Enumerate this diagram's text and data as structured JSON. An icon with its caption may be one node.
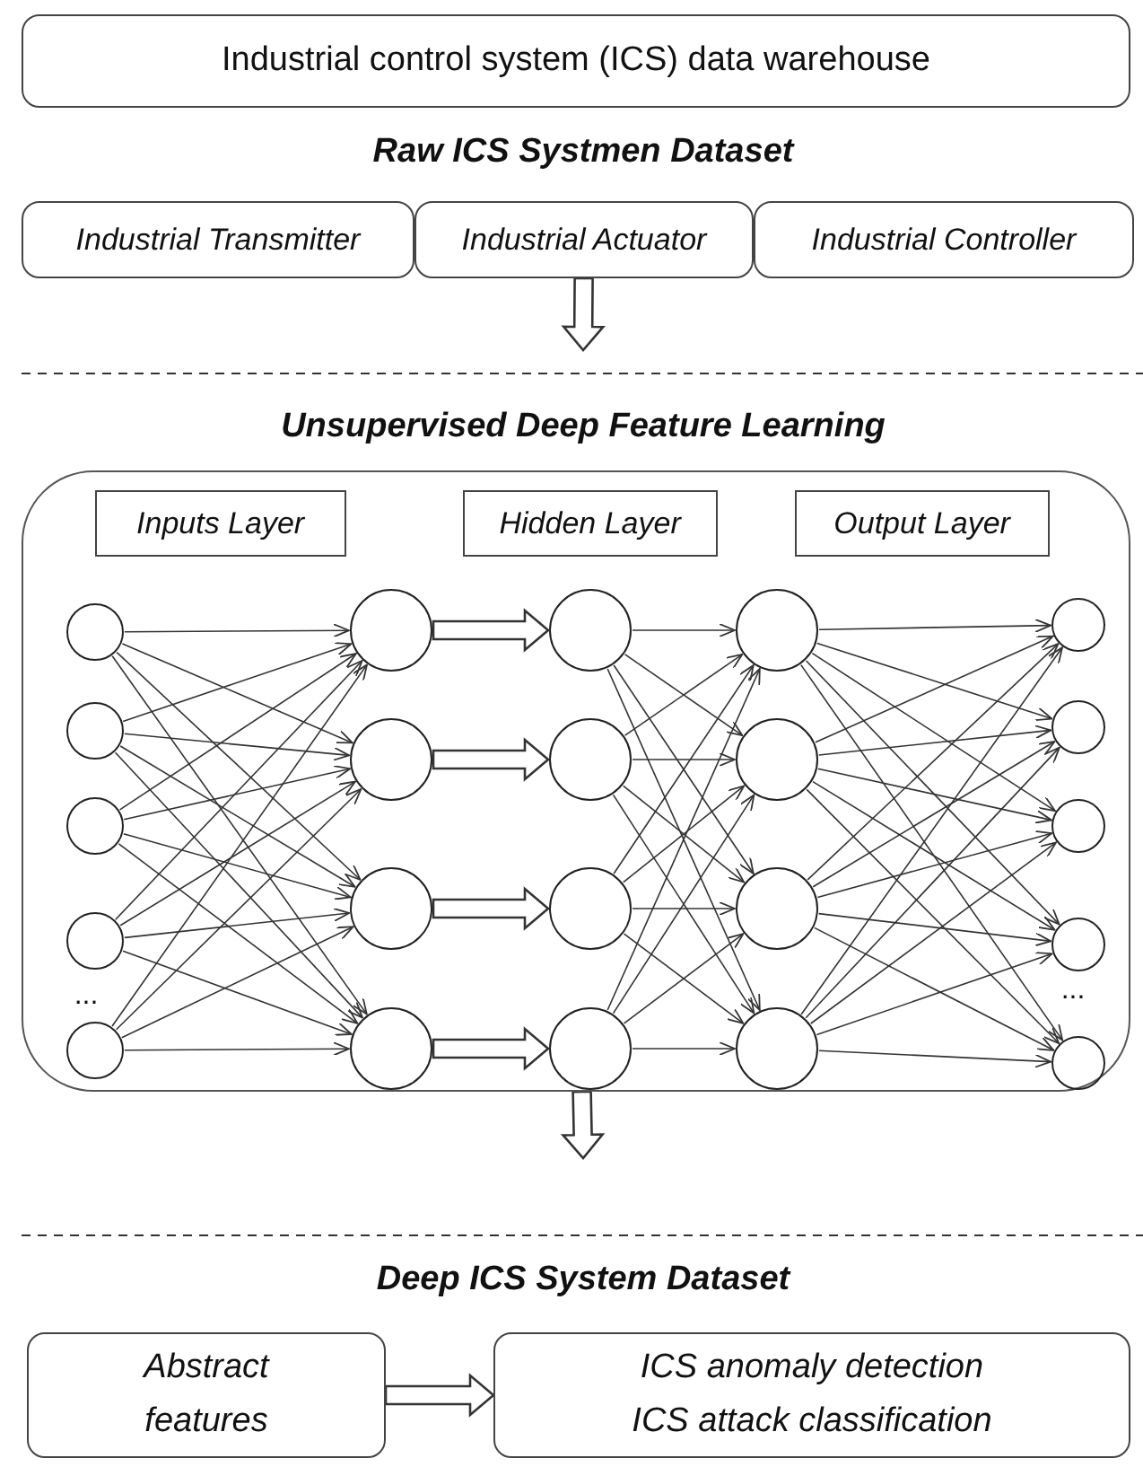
{
  "diagram": {
    "nodes": [
      {
        "text": [
          "Industrial control system (ICS) data warehouse"
        ]
      },
      {
        "text": [
          "Industrial Transmitter"
        ]
      },
      {
        "text": [
          "Industrial Actuator"
        ]
      },
      {
        "text": [
          "Industrial Controller"
        ]
      },
      {
        "text": [],
        "shape": "box"
      },
      {
        "text": [
          "Inputs Layer"
        ],
        "in": 4
      },
      {
        "text": [
          "Hidden Layer"
        ],
        "in": 4
      },
      {
        "text": [
          "Output Layer"
        ],
        "in": 4
      },
      {
        "text": [],
        "shape": "circle",
        "in": 4
      },
      {
        "text": [],
        "shape": "circle",
        "in": 4
      },
      {
        "text": [],
        "shape": "circle",
        "in": 4
      },
      {
        "text": [],
        "shape": "circle",
        "in": 4
      },
      {
        "text": [],
        "shape": "circle",
        "in": 4
      },
      {
        "text": [],
        "shape": "circle",
        "in": 4
      },
      {
        "text": [],
        "shape": "circle",
        "in": 4
      },
      {
        "text": [],
        "shape": "circle",
        "in": 4
      },
      {
        "text": [],
        "shape": "circle",
        "in": 4
      },
      {
        "text": [],
        "shape": "circle",
        "in": 4
      },
      {
        "text": [],
        "shape": "circle",
        "in": 4
      },
      {
        "text": [],
        "shape": "circle",
        "in": 4
      },
      {
        "text": [],
        "shape": "circle",
        "in": 4
      },
      {
        "text": [],
        "shape": "circle",
        "in": 4
      },
      {
        "text": [],
        "shape": "circle",
        "in": 4
      },
      {
        "text": [],
        "shape": "circle",
        "in": 4
      },
      {
        "text": [],
        "shape": "circle",
        "in": 4
      },
      {
        "text": [],
        "shape": "circle",
        "in": 4
      },
      {
        "text": [],
        "shape": "circle",
        "in": 4
      },
      {
        "text": [],
        "shape": "circle",
        "in": 4
      },
      {
        "text": [],
        "shape": "circle",
        "in": 4
      },
      {
        "text": [],
        "shape": "circle",
        "in": 4
      },
      {
        "text": [
          "Abstract features"
        ]
      },
      {
        "text": [
          "ICS anomaly detection",
          "ICS attack classification"
        ]
      }
    ],
    "edges": [
      {
        "from": 2,
        "to": null,
        "arrow": "to",
        "style": "thick"
      },
      {
        "from": 4,
        "to": null,
        "arrow": "to",
        "style": "thick"
      },
      {
        "from": 8,
        "to": 13,
        "arrow": "to"
      },
      {
        "from": 8,
        "to": 14,
        "arrow": "to"
      },
      {
        "from": 8,
        "to": 15,
        "arrow": "to"
      },
      {
        "from": 8,
        "to": 16,
        "arrow": "to"
      },
      {
        "from": 9,
        "to": 13,
        "arrow": "to"
      },
      {
        "from": 9,
        "to": 14,
        "arrow": "to"
      },
      {
        "from": 9,
        "to": 15,
        "arrow": "to"
      },
      {
        "from": 9,
        "to": 16,
        "arrow": "to"
      },
      {
        "from": 10,
        "to": 13,
        "arrow": "to"
      },
      {
        "from": 10,
        "to": 14,
        "arrow": "to"
      },
      {
        "from": 10,
        "to": 15,
        "arrow": "to"
      },
      {
        "from": 10,
        "to": 16,
        "arrow": "to"
      },
      {
        "from": 11,
        "to": 13,
        "arrow": "to"
      },
      {
        "from": 11,
        "to": 14,
        "arrow": "to"
      },
      {
        "from": 11,
        "to": 15,
        "arrow": "to"
      },
      {
        "from": 11,
        "to": 16,
        "arrow": "to"
      },
      {
        "from": 12,
        "to": 13,
        "arrow": "to"
      },
      {
        "from": 12,
        "to": 14,
        "arrow": "to"
      },
      {
        "from": 12,
        "to": 15,
        "arrow": "to"
      },
      {
        "from": 12,
        "to": 16,
        "arrow": "to"
      },
      {
        "from": 13,
        "to": 17,
        "arrow": "to",
        "style": "thick"
      },
      {
        "from": 14,
        "to": 18,
        "arrow": "to",
        "style": "thick"
      },
      {
        "from": 15,
        "to": 19,
        "arrow": "to",
        "style": "thick"
      },
      {
        "from": 16,
        "to": 20,
        "arrow": "to",
        "style": "thick"
      },
      {
        "from": 17,
        "to": 21,
        "arrow": "to"
      },
      {
        "from": 17,
        "to": 22,
        "arrow": "to"
      },
      {
        "from": 17,
        "to": 23,
        "arrow": "to"
      },
      {
        "from": 17,
        "to": 24,
        "arrow": "to"
      },
      {
        "from": 18,
        "to": 21,
        "arrow": "to"
      },
      {
        "from": 18,
        "to": 22,
        "arrow": "to"
      },
      {
        "from": 18,
        "to": 23,
        "arrow": "to"
      },
      {
        "from": 18,
        "to": 24,
        "arrow": "to"
      },
      {
        "from": 19,
        "to": 21,
        "arrow": "to"
      },
      {
        "from": 19,
        "to": 22,
        "arrow": "to"
      },
      {
        "from": 19,
        "to": 23,
        "arrow": "to"
      },
      {
        "from": 19,
        "to": 24,
        "arrow": "to"
      },
      {
        "from": 20,
        "to": 21,
        "arrow": "to"
      },
      {
        "from": 20,
        "to": 22,
        "arrow": "to"
      },
      {
        "from": 20,
        "to": 23,
        "arrow": "to"
      },
      {
        "from": 20,
        "to": 24,
        "arrow": "to"
      },
      {
        "from": 21,
        "to": 25,
        "arrow": "to"
      },
      {
        "from": 21,
        "to": 26,
        "arrow": "to"
      },
      {
        "from": 21,
        "to": 27,
        "arrow": "to"
      },
      {
        "from": 21,
        "to": 28,
        "arrow": "to"
      },
      {
        "from": 21,
        "to": 29,
        "arrow": "to"
      },
      {
        "from": 22,
        "to": 25,
        "arrow": "to"
      },
      {
        "from": 22,
        "to": 26,
        "arrow": "to"
      },
      {
        "from": 22,
        "to": 27,
        "arrow": "to"
      },
      {
        "from": 22,
        "to": 28,
        "arrow": "to"
      },
      {
        "from": 22,
        "to": 29,
        "arrow": "to"
      },
      {
        "from": 23,
        "to": 25,
        "arrow": "to"
      },
      {
        "from": 23,
        "to": 26,
        "arrow": "to"
      },
      {
        "from": 23,
        "to": 27,
        "arrow": "to"
      },
      {
        "from": 23,
        "to": 28,
        "arrow": "to"
      },
      {
        "from": 23,
        "to": 29,
        "arrow": "to"
      },
      {
        "from": 24,
        "to": 25,
        "arrow": "to"
      },
      {
        "from": 24,
        "to": 26,
        "arrow": "to"
      },
      {
        "from": 24,
        "to": 27,
        "arrow": "to"
      },
      {
        "from": 24,
        "to": 28,
        "arrow": "to"
      },
      {
        "from": 24,
        "to": 29,
        "arrow": "to"
      },
      {
        "from": 30,
        "to": 31,
        "arrow": "to",
        "style": "thick"
      }
    ],
    "labels": [
      "Raw ICS Systmen Dataset",
      "Unsupervised Deep Feature Learning",
      "...",
      "...",
      "Deep ICS System Dataset"
    ]
  }
}
